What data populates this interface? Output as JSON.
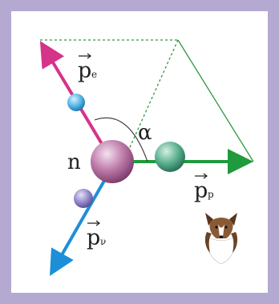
{
  "labels": {
    "electron_momentum": {
      "base": "p",
      "sub": "e"
    },
    "proton_momentum": {
      "base": "p",
      "sub": "p"
    },
    "neutrino_momentum": {
      "base": "p",
      "sub": "ν"
    },
    "neutron": "n",
    "angle": "α"
  },
  "colors": {
    "border": "#b4a9d1",
    "panel": "#ffffff",
    "electron_arrow": "#d6338a",
    "proton_arrow": "#1f9a3c",
    "neutrino_arrow": "#1c8fd8",
    "neutron_ball": "#b06a9c",
    "electron_ball": "#4fb3e6",
    "proton_ball": "#4fae8a",
    "neutrino_ball": "#8f85c9",
    "triangle_dashed": "#2e9a3c",
    "triangle_solid": "#2e9a3c"
  },
  "illustration": {
    "icon": "collie-dog-head-icon"
  }
}
